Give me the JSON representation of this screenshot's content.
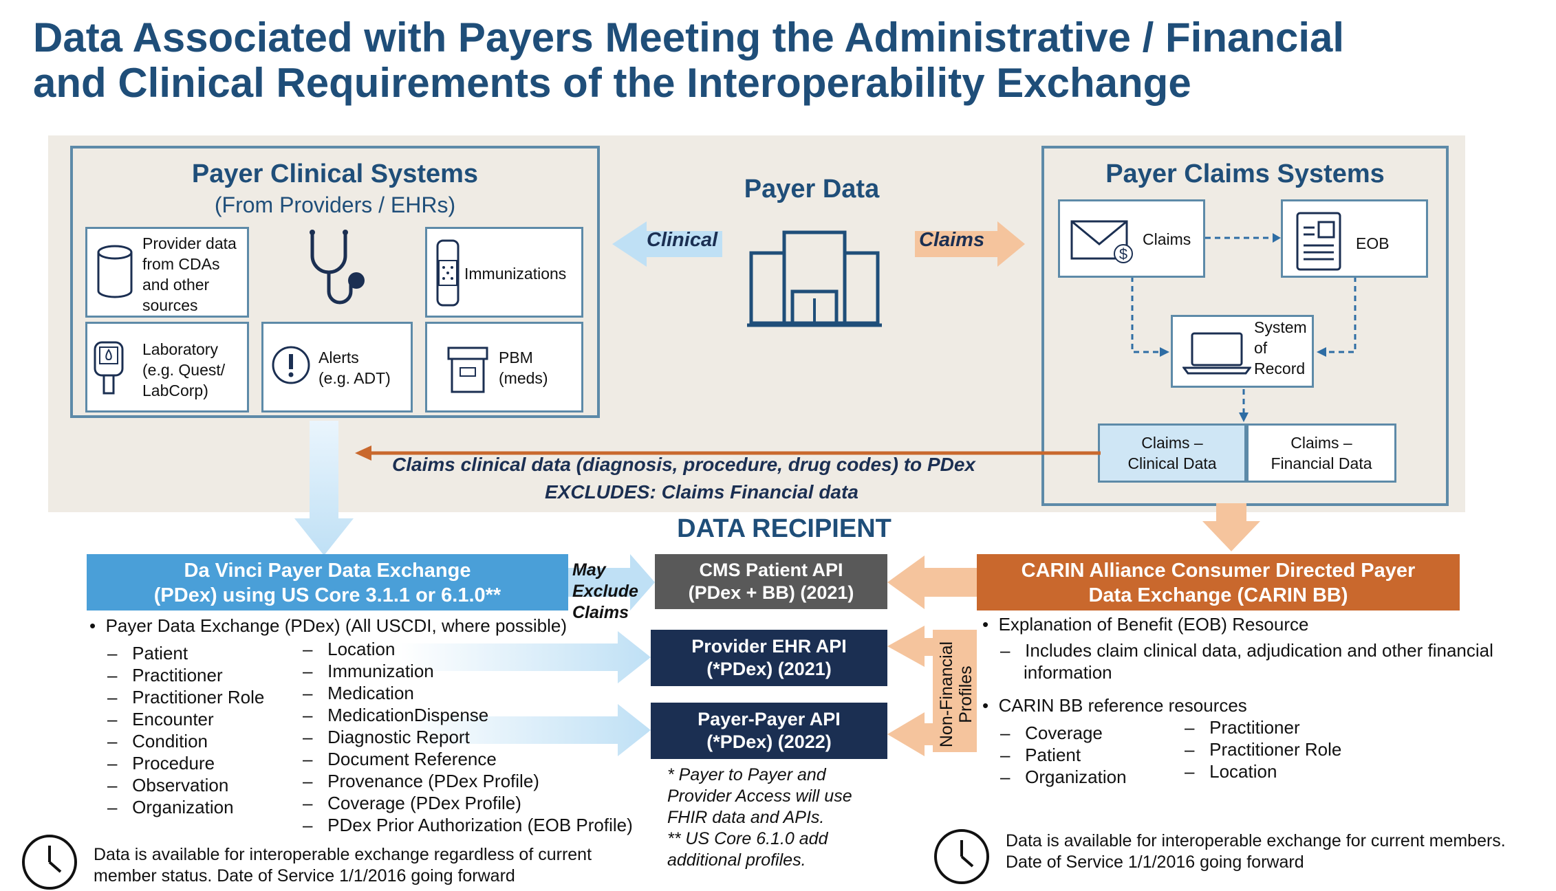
{
  "title": {
    "line1": "Data Associated with Payers Meeting the Administrative / Financial",
    "line2": "and Clinical Requirements of the Interoperability Exchange"
  },
  "clinical_systems": {
    "title": "Payer Clinical Systems",
    "subtitle": "(From Providers / EHRs)",
    "provider_data": [
      "Provider data",
      "from  CDAs",
      "and other",
      "sources"
    ],
    "immunizations": "Immunizations",
    "laboratory": [
      "Laboratory",
      "(e.g. Quest/",
      "LabCorp)"
    ],
    "alerts": [
      "Alerts",
      "(e.g. ADT)"
    ],
    "pbm": [
      "PBM",
      "(meds)"
    ]
  },
  "payer_data": {
    "title": "Payer Data",
    "clinical_label": "Clinical",
    "claims_label": "Claims"
  },
  "claims_systems": {
    "title": "Payer Claims Systems",
    "claims": "Claims",
    "eob": "EOB",
    "sor": [
      "System",
      "of",
      "Record"
    ],
    "claims_clinical": [
      "Claims –",
      "Clinical Data"
    ],
    "claims_financial": [
      "Claims –",
      "Financial Data"
    ]
  },
  "claims_note": {
    "line1": "Claims clinical data (diagnosis, procedure, drug codes) to PDex",
    "line2_a": "EXCLUDES",
    "line2_b": ": Claims Financial data"
  },
  "recipient": {
    "title": "DATA RECIPIENT",
    "may_exclude": [
      "May",
      "Exclude",
      "Claims"
    ],
    "cms": [
      "CMS Patient API",
      "(PDex + BB) (2021)"
    ],
    "provider": [
      "Provider EHR API",
      "(*PDex) (2021)"
    ],
    "payer": [
      "Payer-Payer API",
      "(*PDex) (2022)"
    ],
    "non_financial": [
      "Non-Financial",
      "Profiles"
    ],
    "footnotes": [
      "* Payer to Payer and",
      "Provider Access will use",
      "FHIR data and APIs.",
      "** US Core 6.1.0 add",
      "additional profiles."
    ]
  },
  "davinci": {
    "title": [
      "Da Vinci Payer Data Exchange",
      "(PDex) using US Core 3.1.1 or 6.1.0**"
    ],
    "bullet": "Payer Data Exchange (PDex) (All USCDI, where possible)",
    "col1": [
      "Patient",
      "Practitioner",
      "Practitioner Role",
      "Encounter",
      "Condition",
      "Procedure",
      "Observation",
      "Organization"
    ],
    "col2": [
      "Location",
      "Immunization",
      "Medication",
      "MedicationDispense",
      "Diagnostic Report",
      "Document Reference",
      "Provenance (PDex Profile)",
      "Coverage (PDex Profile)",
      "PDex Prior Authorization (EOB Profile)"
    ],
    "availability": [
      "Data is available for interoperable exchange regardless of current",
      "member status. Date of Service 1/1/2016 going forward"
    ]
  },
  "carin": {
    "title": [
      "CARIN Alliance Consumer Directed Payer",
      "Data Exchange (CARIN BB)"
    ],
    "bullet1": "Explanation of Benefit (EOB) Resource",
    "sub1": [
      "Includes claim clinical data, adjudication and other financial",
      "information"
    ],
    "bullet2": "CARIN BB reference resources",
    "col1": [
      "Coverage",
      "Patient",
      "Organization"
    ],
    "col2": [
      "Practitioner",
      "Practitioner Role",
      "Location"
    ],
    "availability": [
      "Data is available for interoperable exchange for current members.",
      "Date of Service 1/1/2016 going forward"
    ]
  },
  "colors": {
    "navy": "#1f4e79",
    "light_blue": "#bfe0f5",
    "orange_light": "#f5c49d",
    "orange_dark": "#c9682d",
    "bright_blue": "#4a9fd8"
  }
}
